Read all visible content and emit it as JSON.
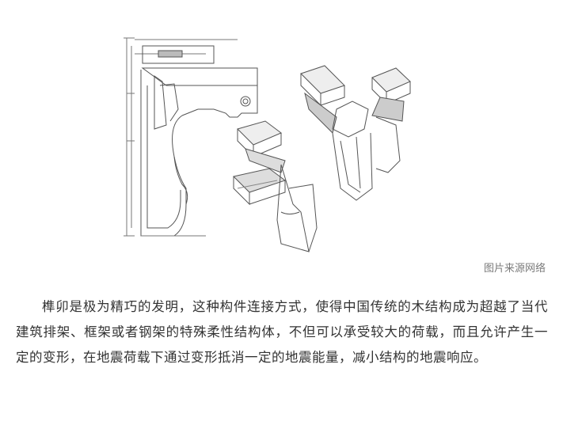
{
  "figure": {
    "icon": "wooden-joinery-drawing"
  },
  "caption": "图片来源网络",
  "article": {
    "paragraph": "榫卯是极为精巧的发明，这种构件连接方式，使得中国传统的木结构成为超越了当代建筑排架、框架或者钢架的特殊柔性结构体，不但可以承受较大的荷载，而且允许产生一定的变形，在地震荷载下通过变形抵消一定的地震能量，减小结构的地震响应。"
  }
}
